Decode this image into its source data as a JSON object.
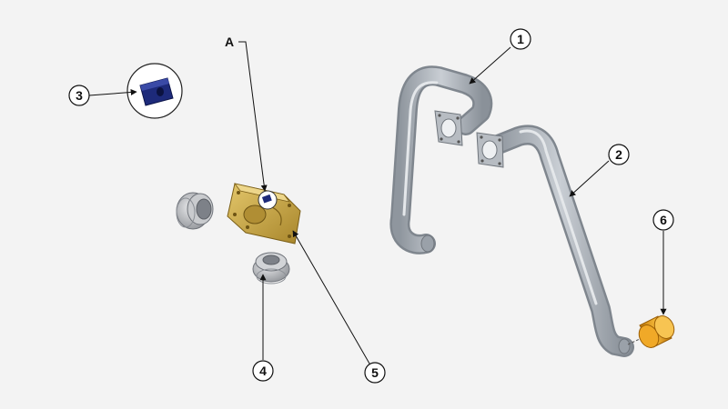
{
  "diagram": {
    "callouts": [
      {
        "id": "1",
        "label": "1"
      },
      {
        "id": "2",
        "label": "2"
      },
      {
        "id": "3",
        "label": "3"
      },
      {
        "id": "4",
        "label": "4"
      },
      {
        "id": "5",
        "label": "5"
      },
      {
        "id": "6",
        "label": "6"
      }
    ],
    "detail_marker": "A",
    "colors": {
      "background": "#f3f3f3",
      "pipe": "#a9b0b8",
      "manifold": "#c8a84a",
      "insert": "#1d2a7a",
      "cap": "#e4a21a",
      "coupler": "#b9bbbe"
    }
  }
}
